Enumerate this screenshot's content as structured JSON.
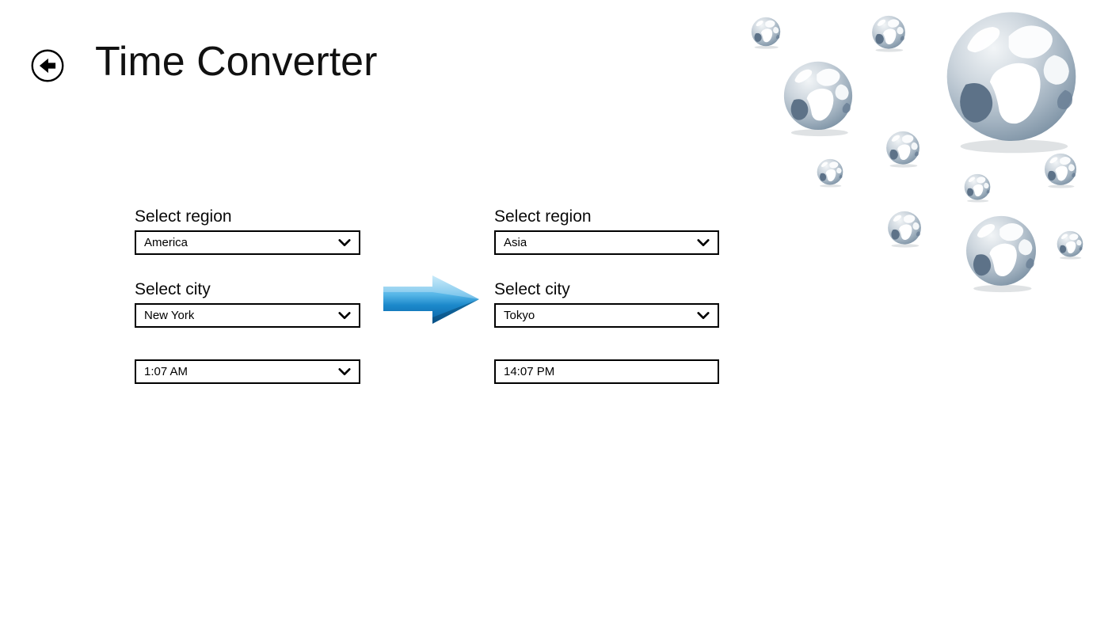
{
  "app": {
    "title": "Time Converter"
  },
  "header": {
    "back_icon": "back-arrow-circle"
  },
  "source_panel": {
    "region_label": "Select region",
    "region_value": "America",
    "city_label": "Select city",
    "city_value": "New York",
    "time_value": "1:07 AM"
  },
  "target_panel": {
    "region_label": "Select region",
    "region_value": "Asia",
    "city_label": "Select city",
    "city_value": "Tokyo",
    "time_value": "14:07 PM"
  },
  "icons": {
    "chevron": "chevron-down-icon",
    "arrow": "convert-right-arrow-icon",
    "globes": "globe-icon"
  },
  "colors": {
    "background": "#ffffff",
    "text": "#000000",
    "box_border": "#000000",
    "arrow_light": "#a9ddf6",
    "arrow_mid": "#39a3dd",
    "arrow_dark": "#0a61a4",
    "globe_ocean": "#8fa2b4",
    "globe_land": "#ffffff",
    "globe_dark_land": "#5d7288"
  }
}
